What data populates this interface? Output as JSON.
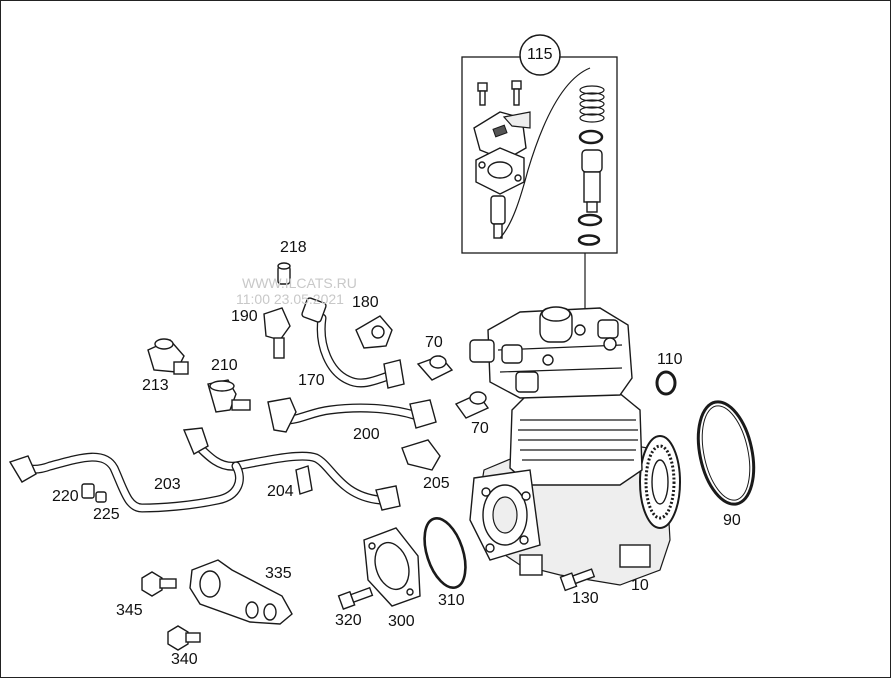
{
  "watermark": {
    "line1": "WWW.ILCATS.RU",
    "line2": "11:00 23.05.2021"
  },
  "callouts": {
    "c115": "115",
    "c218": "218",
    "c190": "190",
    "c180": "180",
    "c70a": "70",
    "c70b": "70",
    "c110": "110",
    "c210": "210",
    "c213": "213",
    "c170": "170",
    "c200": "200",
    "c205": "205",
    "c203": "203",
    "c204": "204",
    "c220": "220",
    "c225": "225",
    "c90": "90",
    "c10": "10",
    "c130": "130",
    "c310": "310",
    "c300": "300",
    "c320": "320",
    "c335": "335",
    "c345": "345",
    "c340": "340"
  }
}
